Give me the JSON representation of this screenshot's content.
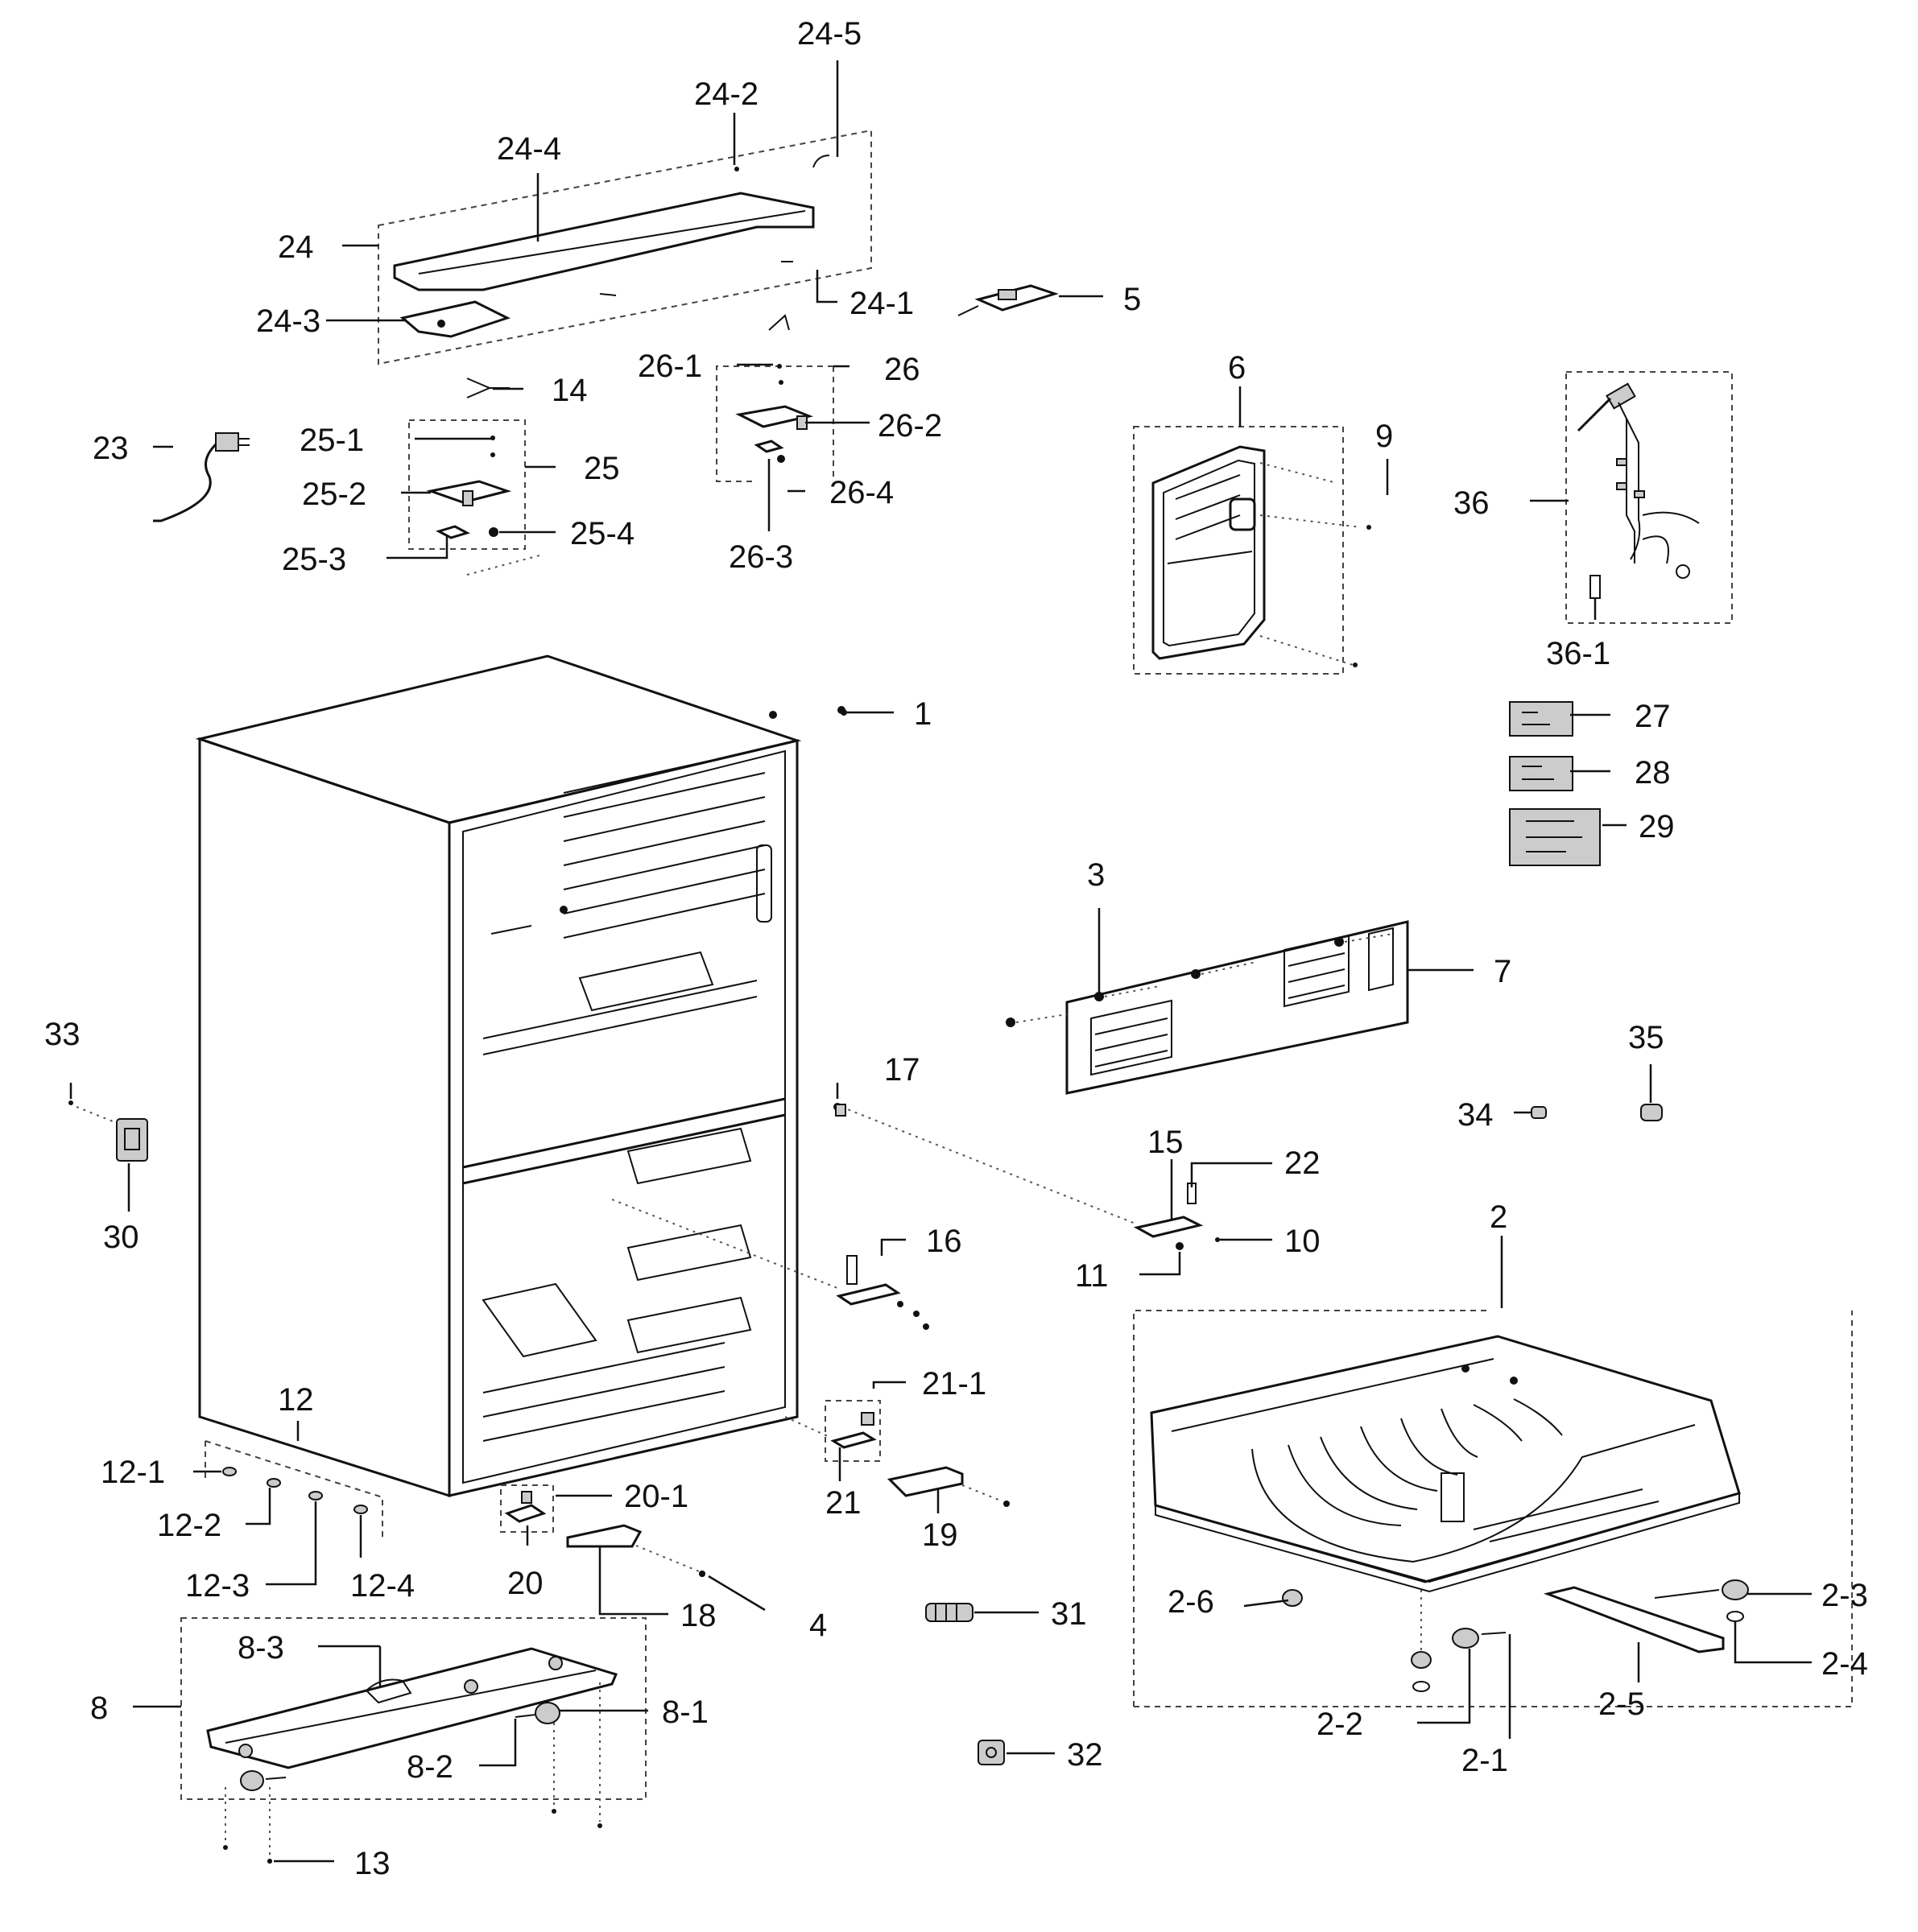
{
  "callouts": {
    "c1": "1",
    "c2": "2",
    "c2_1": "2-1",
    "c2_2": "2-2",
    "c2_3": "2-3",
    "c2_4": "2-4",
    "c2_5": "2-5",
    "c2_6": "2-6",
    "c3": "3",
    "c4": "4",
    "c5": "5",
    "c6": "6",
    "c7": "7",
    "c8": "8",
    "c8_1": "8-1",
    "c8_2": "8-2",
    "c8_3": "8-3",
    "c9": "9",
    "c10": "10",
    "c11": "11",
    "c12": "12",
    "c12_1": "12-1",
    "c12_2": "12-2",
    "c12_3": "12-3",
    "c12_4": "12-4",
    "c13": "13",
    "c14": "14",
    "c15": "15",
    "c16": "16",
    "c17": "17",
    "c18": "18",
    "c19": "19",
    "c20": "20",
    "c20_1": "20-1",
    "c21": "21",
    "c21_1": "21-1",
    "c22": "22",
    "c23": "23",
    "c24": "24",
    "c24_1": "24-1",
    "c24_2": "24-2",
    "c24_3": "24-3",
    "c24_4": "24-4",
    "c24_5": "24-5",
    "c25": "25",
    "c25_1": "25-1",
    "c25_2": "25-2",
    "c25_3": "25-3",
    "c25_4": "25-4",
    "c26": "26",
    "c26_1": "26-1",
    "c26_2": "26-2",
    "c26_3": "26-3",
    "c26_4": "26-4",
    "c27": "27",
    "c28": "28",
    "c29": "29",
    "c30": "30",
    "c31": "31",
    "c32": "32",
    "c33": "33",
    "c34": "34",
    "c35": "35",
    "c36": "36",
    "c36_1": "36-1"
  }
}
